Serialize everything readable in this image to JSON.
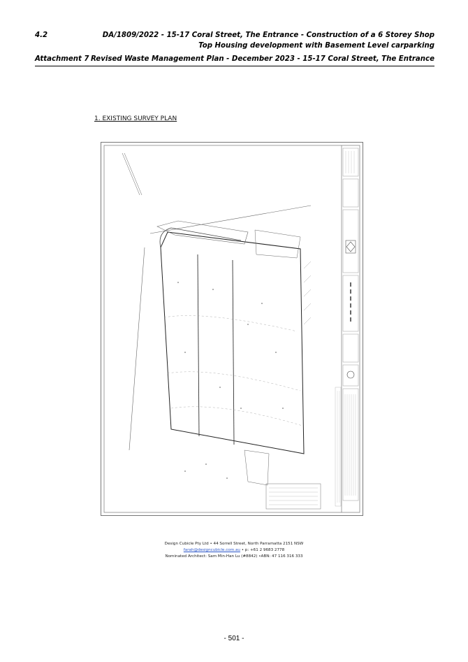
{
  "header": {
    "item_number": "4.2",
    "title_line1": "DA/1809/2022 - 15-17 Coral Street, The Entrance - Construction of a 6 Storey Shop",
    "title_line2": "Top Housing development with Basement Level carparking",
    "attachment_label": "Attachment 7",
    "attachment_title": "Revised Waste Management Plan - December 2023 - 15-17 Coral Street, The Entrance"
  },
  "section": {
    "title": "1. EXISTING SURVEY PLAN"
  },
  "footer": {
    "line1": "Design Cubicle Pty Ltd • 44 Sorrell Street, North Parramatta 2151 NSW",
    "email": "farah@designcubicle.com.au",
    "phone": " • p: +61 2 9683 2778",
    "line3": "Nominated Architect: Sam Min-Han Lu (#8842) •ABN: 47 116 316 333"
  },
  "page_number": "- 501 -"
}
